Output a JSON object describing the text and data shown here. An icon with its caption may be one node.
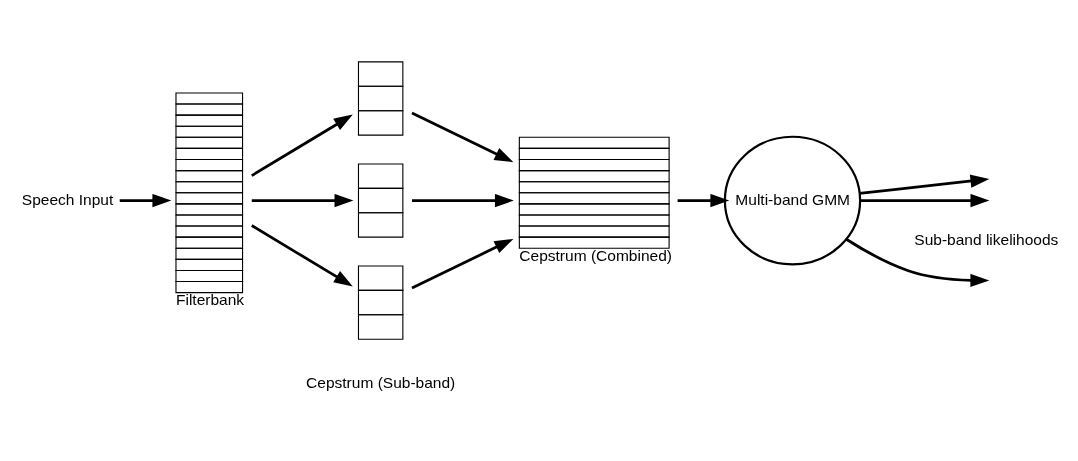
{
  "diagram": {
    "nodes": [
      {
        "text": [
          "Speech Input"
        ]
      },
      {
        "text": [
          "Filterbank"
        ]
      },
      {
        "text": [],
        "shape": "box"
      },
      {
        "text": [],
        "shape": "box"
      },
      {
        "text": [],
        "shape": "box"
      },
      {
        "text": [
          "Cepstrum (Combined)"
        ]
      },
      {
        "text": [
          "Multi-band GMM"
        ]
      }
    ],
    "edges": [
      {
        "from": 0,
        "to": 1,
        "arrow": "to"
      },
      {
        "from": 1,
        "to": 2,
        "arrow": "to"
      },
      {
        "from": 1,
        "to": 3,
        "arrow": "to"
      },
      {
        "from": 1,
        "to": 4,
        "arrow": "to"
      },
      {
        "from": 2,
        "to": 5,
        "arrow": "to"
      },
      {
        "from": 3,
        "to": 5,
        "arrow": "to"
      },
      {
        "from": 4,
        "to": 5,
        "arrow": "to"
      },
      {
        "from": 5,
        "to": 6,
        "arrow": "to"
      },
      {
        "from": 6,
        "to": null,
        "arrow": "to"
      },
      {
        "from": 6,
        "to": null,
        "arrow": "to"
      },
      {
        "from": 6,
        "to": null,
        "arrow": "to"
      }
    ],
    "labels": [
      "Cepstrum (Sub-band)",
      "Sub-band likelihoods"
    ]
  }
}
